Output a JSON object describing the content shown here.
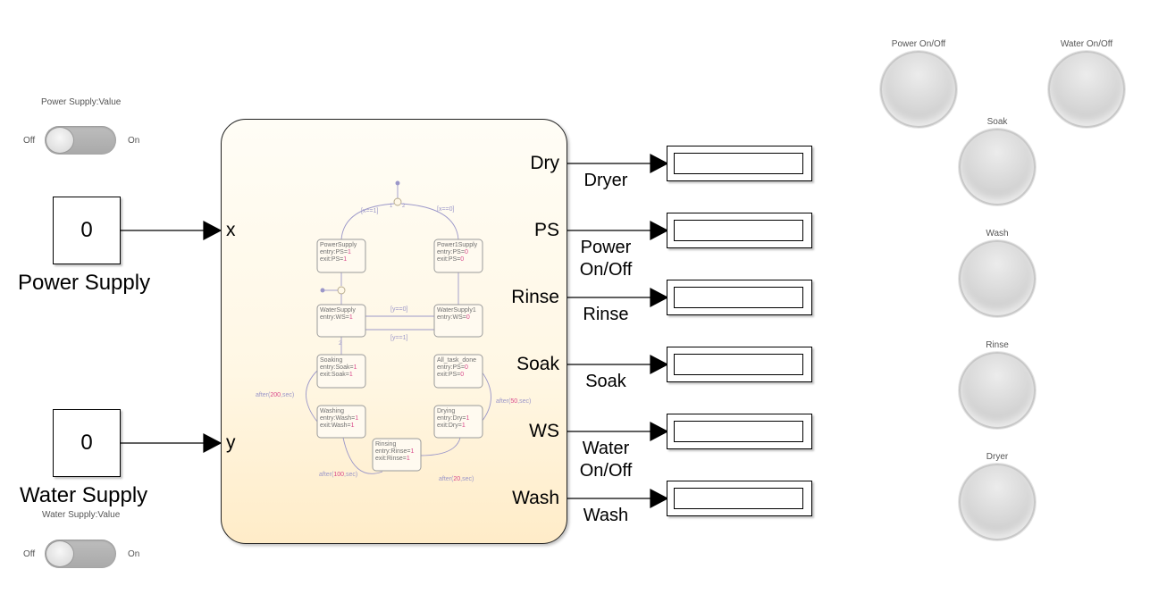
{
  "left_controls": {
    "power_switch": {
      "caption": "Power Supply:Value",
      "off_label": "Off",
      "on_label": "On"
    },
    "water_switch": {
      "caption": "Water Supply:Value",
      "off_label": "Off",
      "on_label": "On"
    },
    "power_block": {
      "value": "0",
      "name": "Power Supply",
      "port": "x"
    },
    "water_block": {
      "value": "0",
      "name": "Water Supply",
      "port": "y"
    }
  },
  "chart": {
    "states": [
      {
        "name": "PowerSupply",
        "entry": "entry:PS=",
        "entry_val": "1",
        "exit": "exit:PS=",
        "exit_val": "1"
      },
      {
        "name": "Power1Supply",
        "entry": "entry:PS=",
        "entry_val": "0",
        "exit": "exit:PS=",
        "exit_val": "0"
      },
      {
        "name": "WaterSupply",
        "entry": "entry:WS=",
        "entry_val": "1"
      },
      {
        "name": "WaterSupply1",
        "entry": "entry:WS=",
        "entry_val": "0"
      },
      {
        "name": "Soaking",
        "entry": "entry:Soak=",
        "entry_val": "1",
        "exit": "exit:Soak=",
        "exit_val": "1"
      },
      {
        "name": "All_task_done",
        "entry": "entry:PS=",
        "entry_val": "0",
        "exit": "exit:PS=",
        "exit_val": "0"
      },
      {
        "name": "Washing",
        "entry": "entry:Wash=",
        "entry_val": "1",
        "exit": "exit:Wash=",
        "exit_val": "1"
      },
      {
        "name": "Drying",
        "entry": "entry:Dry=",
        "entry_val": "1",
        "exit": "exit:Dry=",
        "exit_val": "1"
      },
      {
        "name": "Rinsing",
        "entry": "entry:Rinse=",
        "entry_val": "1",
        "exit": "exit:Rinse=",
        "exit_val": "1"
      }
    ],
    "transitions": {
      "x_eq_1": "[x==1]",
      "x_eq_0": "[x==0]",
      "y_eq_0": "[y==0]",
      "y_eq_1": "[y==1]",
      "after_200": {
        "pre": "after(",
        "num": "200",
        "post": ",sec)"
      },
      "after_50": {
        "pre": "after(",
        "num": "50",
        "post": ",sec)"
      },
      "after_100": {
        "pre": "after(",
        "num": "100",
        "post": ",sec)"
      },
      "after_20": {
        "pre": "after(",
        "num": "20",
        "post": ",sec)"
      },
      "order_1": "1",
      "order_2": "2"
    },
    "output_ports": [
      "Dry",
      "PS",
      "Rinse",
      "Soak",
      "WS",
      "Wash"
    ]
  },
  "displays": [
    {
      "signal_line1": "Dryer",
      "signal_line2": ""
    },
    {
      "signal_line1": "Power",
      "signal_line2": "On/Off"
    },
    {
      "signal_line1": "Rinse",
      "signal_line2": ""
    },
    {
      "signal_line1": "Soak",
      "signal_line2": ""
    },
    {
      "signal_line1": "Water",
      "signal_line2": "On/Off"
    },
    {
      "signal_line1": "Wash",
      "signal_line2": ""
    }
  ],
  "lamps": [
    "Power On/Off",
    "Water On/Off",
    "Soak",
    "Wash",
    "Rinse",
    "Dryer"
  ],
  "colors": {
    "chart_top": "#fffdf6",
    "chart_bottom": "#ffecc8",
    "state_line": "#9a9a9a",
    "highlight_value": "#d9488b",
    "transition": "#9b97c9"
  }
}
